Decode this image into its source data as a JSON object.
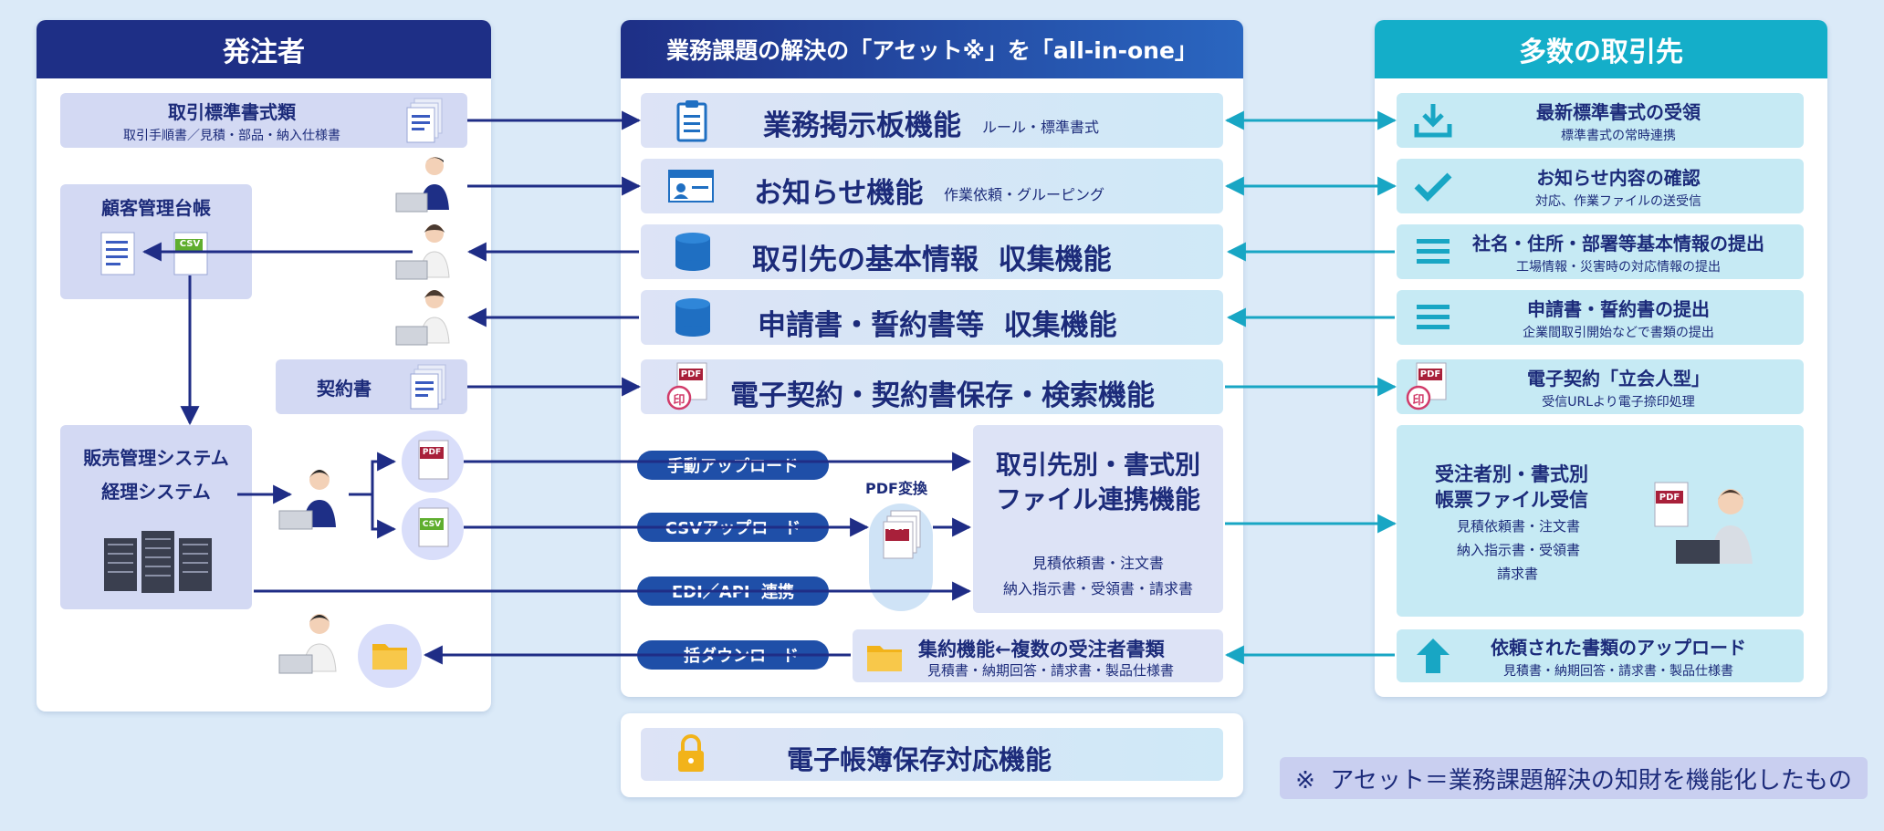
{
  "left": {
    "title": "発注者",
    "std_docs": {
      "title": "取引標準書式類",
      "sub": "取引手順書／見積・部品・納入仕様書"
    },
    "customer_ledger": {
      "title": "顧客管理台帳",
      "csv": "CSV"
    },
    "contract": {
      "title": "契約書"
    },
    "sales_system": {
      "line1": "販売管理システム",
      "line2": "経理システム"
    },
    "pdf_badge": "PDF",
    "csv_badge": "CSV"
  },
  "center": {
    "title": "業務課題の解決の「アセット※」を「all-in-one」",
    "features": [
      {
        "title": "業務掲示板機能",
        "sub": "ルール・標準書式"
      },
      {
        "title": "お知らせ機能",
        "sub": "作業依頼・グルーピング"
      },
      {
        "title": "取引先の基本情報  収集機能",
        "sub": ""
      },
      {
        "title": "申請書・誓約書等  収集機能",
        "sub": ""
      },
      {
        "title": "電子契約・契約書保存・検索機能",
        "sub": ""
      }
    ],
    "pdf_label": "PDF",
    "seal_label": "印",
    "pills": {
      "manual": "手動アップロード",
      "csv": "CSVアップロード",
      "edi": "EDI／API  連携",
      "download": "一括ダウンロード"
    },
    "pdf_convert": "PDF変換",
    "file_link": {
      "line1": "取引先別・書式別",
      "line2": "ファイル連携機能",
      "sub1": "見積依頼書・注文書",
      "sub2": "納入指示書・受領書・請求書"
    },
    "aggregate": {
      "title": "集約機能←複数の受注者書類",
      "sub": "見積書・納期回答・請求書・製品仕様書"
    },
    "ebook": {
      "title": "電子帳簿保存対応機能"
    }
  },
  "right": {
    "title": "多数の取引先",
    "items": [
      {
        "title": "最新標準書式の受領",
        "sub": "標準書式の常時連携"
      },
      {
        "title": "お知らせ内容の確認",
        "sub": "対応、作業ファイルの送受信"
      },
      {
        "title": "社名・住所・部署等基本情報の提出",
        "sub": "工場情報・災害時の対応情報の提出"
      },
      {
        "title": "申請書・誓約書の提出",
        "sub": "企業間取引開始などで書類の提出"
      },
      {
        "title": "電子契約「立会人型」",
        "sub": "受信URLより電子捺印処理"
      }
    ],
    "receive": {
      "line1": "受注者別・書式別",
      "line2": "帳票ファイル受信",
      "sub1": "見積依頼書・注文書",
      "sub2": "納入指示書・受領書",
      "sub3": "請求書"
    },
    "upload": {
      "title": "依頼された書類のアップロード",
      "sub": "見積書・納期回答・請求書・製品仕様書"
    }
  },
  "note": "※  アセット＝業務課題解決の知財を機能化したもの",
  "colors": {
    "navy": "#1c2b7a",
    "left_header": "#1e2f86",
    "right_header": "#14aec9",
    "arrow": "#1f2d86",
    "right_arrow": "#18a6c4"
  }
}
